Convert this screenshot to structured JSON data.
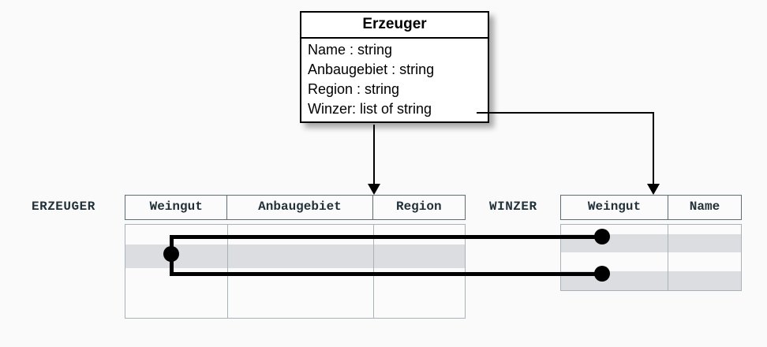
{
  "background_color": "#fafafa",
  "uml_class": {
    "title": "Erzeuger",
    "attributes": [
      "Name : string",
      "Anbaugebiet : string",
      "Region : string",
      "Winzer: list of string"
    ]
  },
  "relations": [
    {
      "name": "ERZEUGER",
      "columns": [
        "Weingut",
        "Anbaugebiet",
        "Region"
      ],
      "row_count": 4,
      "shaded_rows": [
        2
      ]
    },
    {
      "name": "WINZER",
      "columns": [
        "Weingut",
        "Name"
      ],
      "row_count": 3,
      "shaded_rows": [
        1,
        3
      ]
    }
  ],
  "connectors": {
    "mapping_arrows": [
      {
        "from_attribute": "Anbaugebiet : string",
        "to_relation": "ERZEUGER",
        "to_column": "Region"
      },
      {
        "from_attribute": "Winzer: list of string",
        "to_relation": "WINZER",
        "to_column": "Weingut"
      }
    ],
    "join_link": {
      "source_relation": "ERZEUGER",
      "source_column": "Weingut",
      "source_row": 2,
      "target_relation": "WINZER",
      "target_column": "Weingut",
      "target_rows": [
        1,
        3
      ]
    }
  },
  "colors": {
    "shade": "#dcdde1",
    "header_border": "#5d6d72",
    "body_border": "#a9b3b7",
    "text": "#22313a",
    "line": "#000000"
  }
}
